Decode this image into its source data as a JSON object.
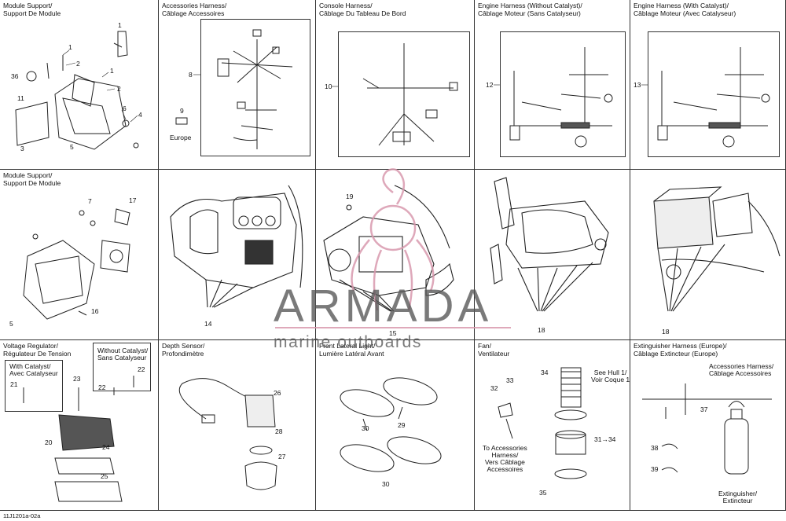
{
  "panels": [
    {
      "title": "Module Support/\nSupport De Module"
    },
    {
      "title": "Accessories Harness/\nCâblage Accessoires"
    },
    {
      "title": "Console Harness/\nCâblage Du Tableau De Bord"
    },
    {
      "title": "Engine Harness (Without Catalyst)/\nCâblage Moteur (Sans Catalyseur)"
    },
    {
      "title": "Engine Harness (With Catalyst)/\nCâblage Moteur (Avec Catalyseur)"
    },
    {
      "title": "Module Support/\nSupport De Module"
    },
    {
      "title": ""
    },
    {
      "title": ""
    },
    {
      "title": ""
    },
    {
      "title": ""
    },
    {
      "title": "Voltage Regulator/\nRégulateur De Tension"
    },
    {
      "title": "Depth Sensor/\nProfondimètre"
    },
    {
      "title": "Front Lateral Light/\nLumière Latéral Avant"
    },
    {
      "title": "Fan/\nVentilateur"
    },
    {
      "title": "Extinguisher Harness (Europe)/\nCâblage Extincteur (Europe)"
    }
  ],
  "callouts": {
    "p1": [
      "1",
      "1",
      "2",
      "36",
      "1",
      "2",
      "11",
      "6",
      "4",
      "3",
      "5"
    ],
    "p2": [
      "8",
      "9",
      "Europe"
    ],
    "p3": [
      "10"
    ],
    "p4": [
      "12"
    ],
    "p5": [
      "13"
    ],
    "p6": [
      "7",
      "17",
      "5",
      "16"
    ],
    "p7": [
      "14"
    ],
    "p8": [
      "19",
      "15"
    ],
    "p9": [
      "18"
    ],
    "p10": [
      "18"
    ],
    "p11": [
      "Without Catalyst/\nSans Catalyseur",
      "With Catalyst/\nAvec Catalyseur",
      "21",
      "23",
      "22",
      "22",
      "20",
      "24",
      "25"
    ],
    "p12": [
      "26",
      "28",
      "27"
    ],
    "p13": [
      "30",
      "29",
      "30"
    ],
    "p14": [
      "34",
      "33",
      "32",
      "See Hull 1/\nVoir Coque 1",
      "31→34",
      "To Accessories\nHarness/\nVers Câblage\nAccessoires",
      "35"
    ],
    "p15": [
      "Accessories Harness/\nCâblage Accessoires",
      "37",
      "38",
      "39",
      "Extinguisher/\nExtincteur"
    ]
  },
  "footer": "11J1201a-02a",
  "watermark": {
    "word": "ARMADA",
    "sub": "marine outboards",
    "color": "#d99aae"
  }
}
